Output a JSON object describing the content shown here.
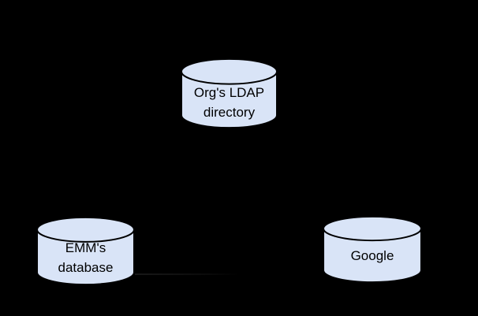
{
  "diagram": {
    "type": "database-topology",
    "nodes": {
      "ldap": {
        "shape": "cylinder",
        "line1": "Org's LDAP",
        "line2": "directory"
      },
      "emm": {
        "shape": "cylinder",
        "line1": "EMM's",
        "line2": "database"
      },
      "google": {
        "shape": "cylinder",
        "line1": "Google"
      }
    },
    "connectors": [
      {
        "from": "emm",
        "to": "google",
        "style": "faint-horizontal-line"
      }
    ],
    "colors": {
      "background": "#000000",
      "cylinder_fill": "#d9e4f7",
      "cylinder_stroke": "#000000",
      "label_text": "#000000"
    }
  }
}
